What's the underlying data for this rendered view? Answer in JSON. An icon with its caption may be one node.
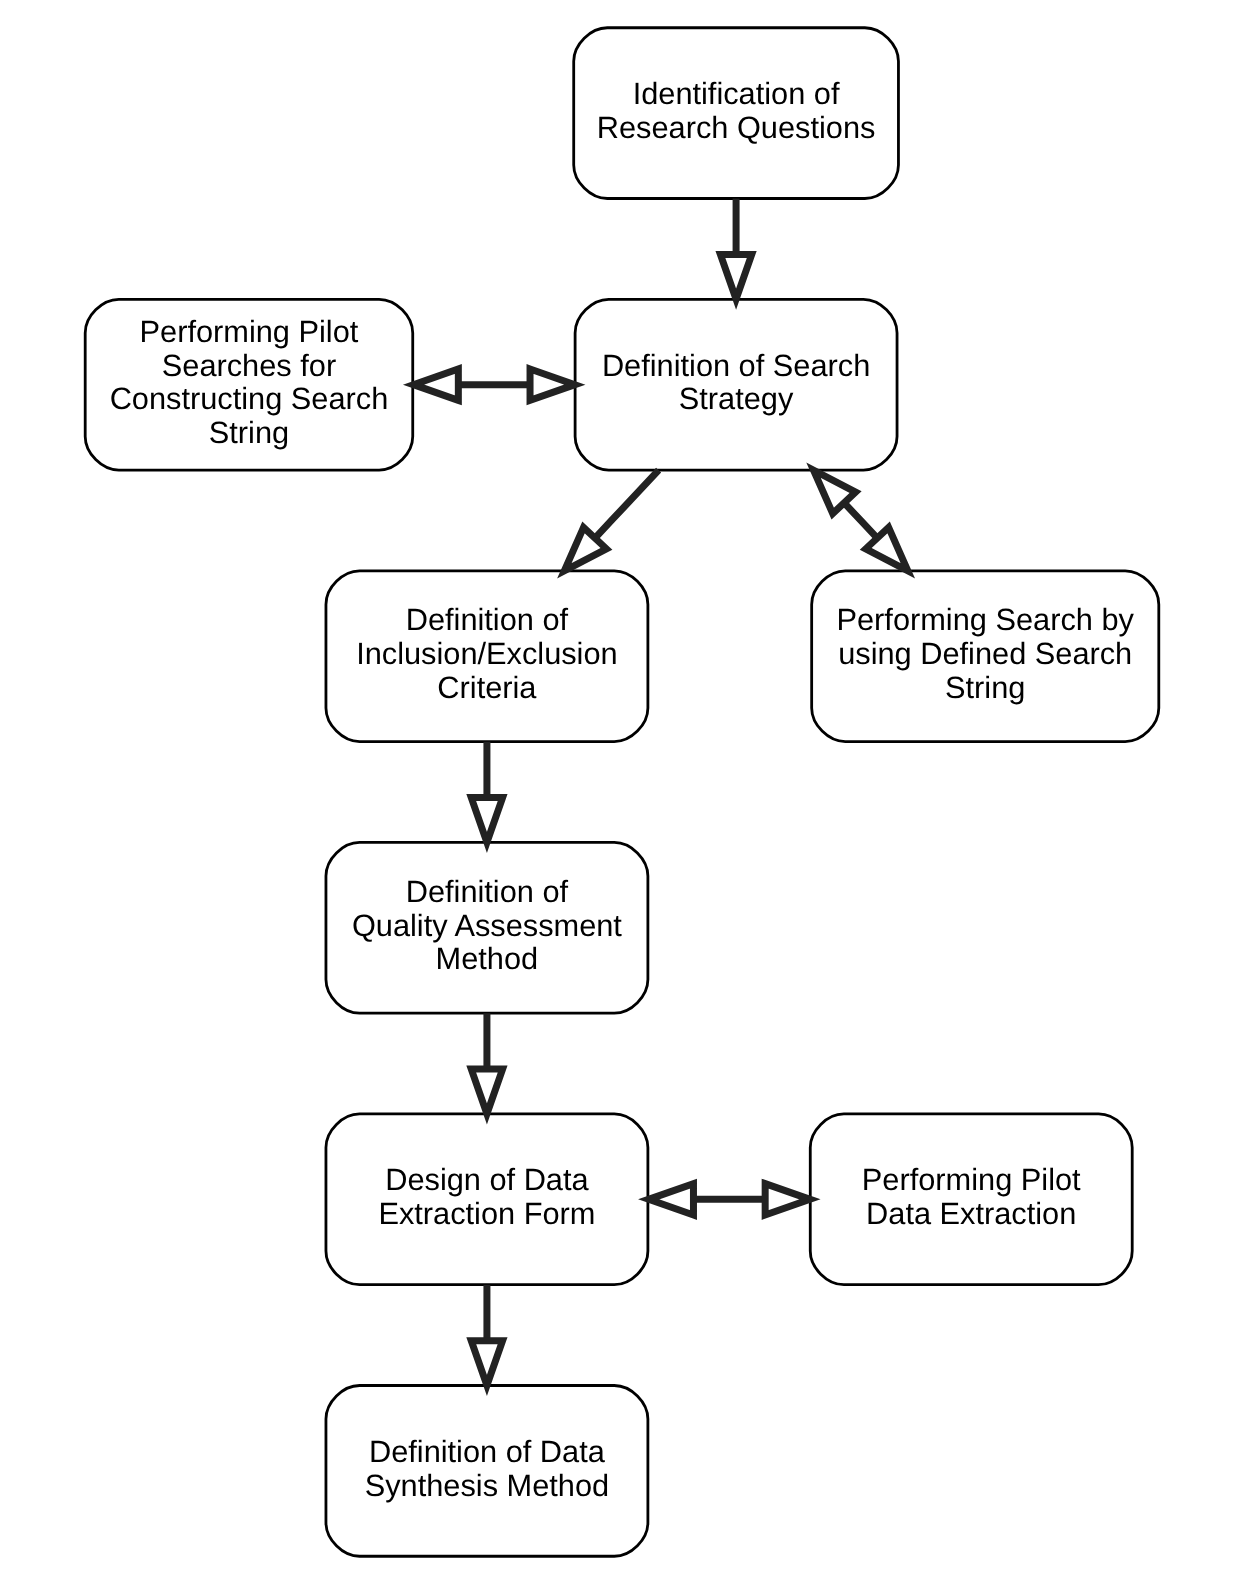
{
  "diagram": {
    "nodes": [
      {
        "text": [
          "Identification of Research Questions"
        ]
      },
      {
        "text": [
          "Performing Pilot Searches for Constructing Search String"
        ]
      },
      {
        "text": [
          "Definition of Search Strategy"
        ]
      },
      {
        "text": [
          "Performing Search by using Defined Search String"
        ]
      },
      {
        "text": [
          "Definition of Inclusion/Exclusion Criteria"
        ]
      },
      {
        "text": [
          "Definition of Quality Assessment Method"
        ]
      },
      {
        "text": [
          "Design of Data Extraction Form"
        ]
      },
      {
        "text": [
          "Performing Pilot Data Extraction"
        ]
      },
      {
        "text": [
          "Definition of Data Synthesis Method"
        ]
      }
    ],
    "edges": [
      {
        "from": 0,
        "to": 2,
        "arrow": "to"
      },
      {
        "from": 1,
        "to": 2,
        "arrow": "both"
      },
      {
        "from": 3,
        "to": 2,
        "arrow": "both"
      },
      {
        "from": 2,
        "to": 4,
        "arrow": "to"
      },
      {
        "from": 4,
        "to": 5,
        "arrow": "to"
      },
      {
        "from": 5,
        "to": 6,
        "arrow": "to"
      },
      {
        "from": 6,
        "to": 7,
        "arrow": "both"
      },
      {
        "from": 6,
        "to": 8,
        "arrow": "to"
      }
    ]
  }
}
